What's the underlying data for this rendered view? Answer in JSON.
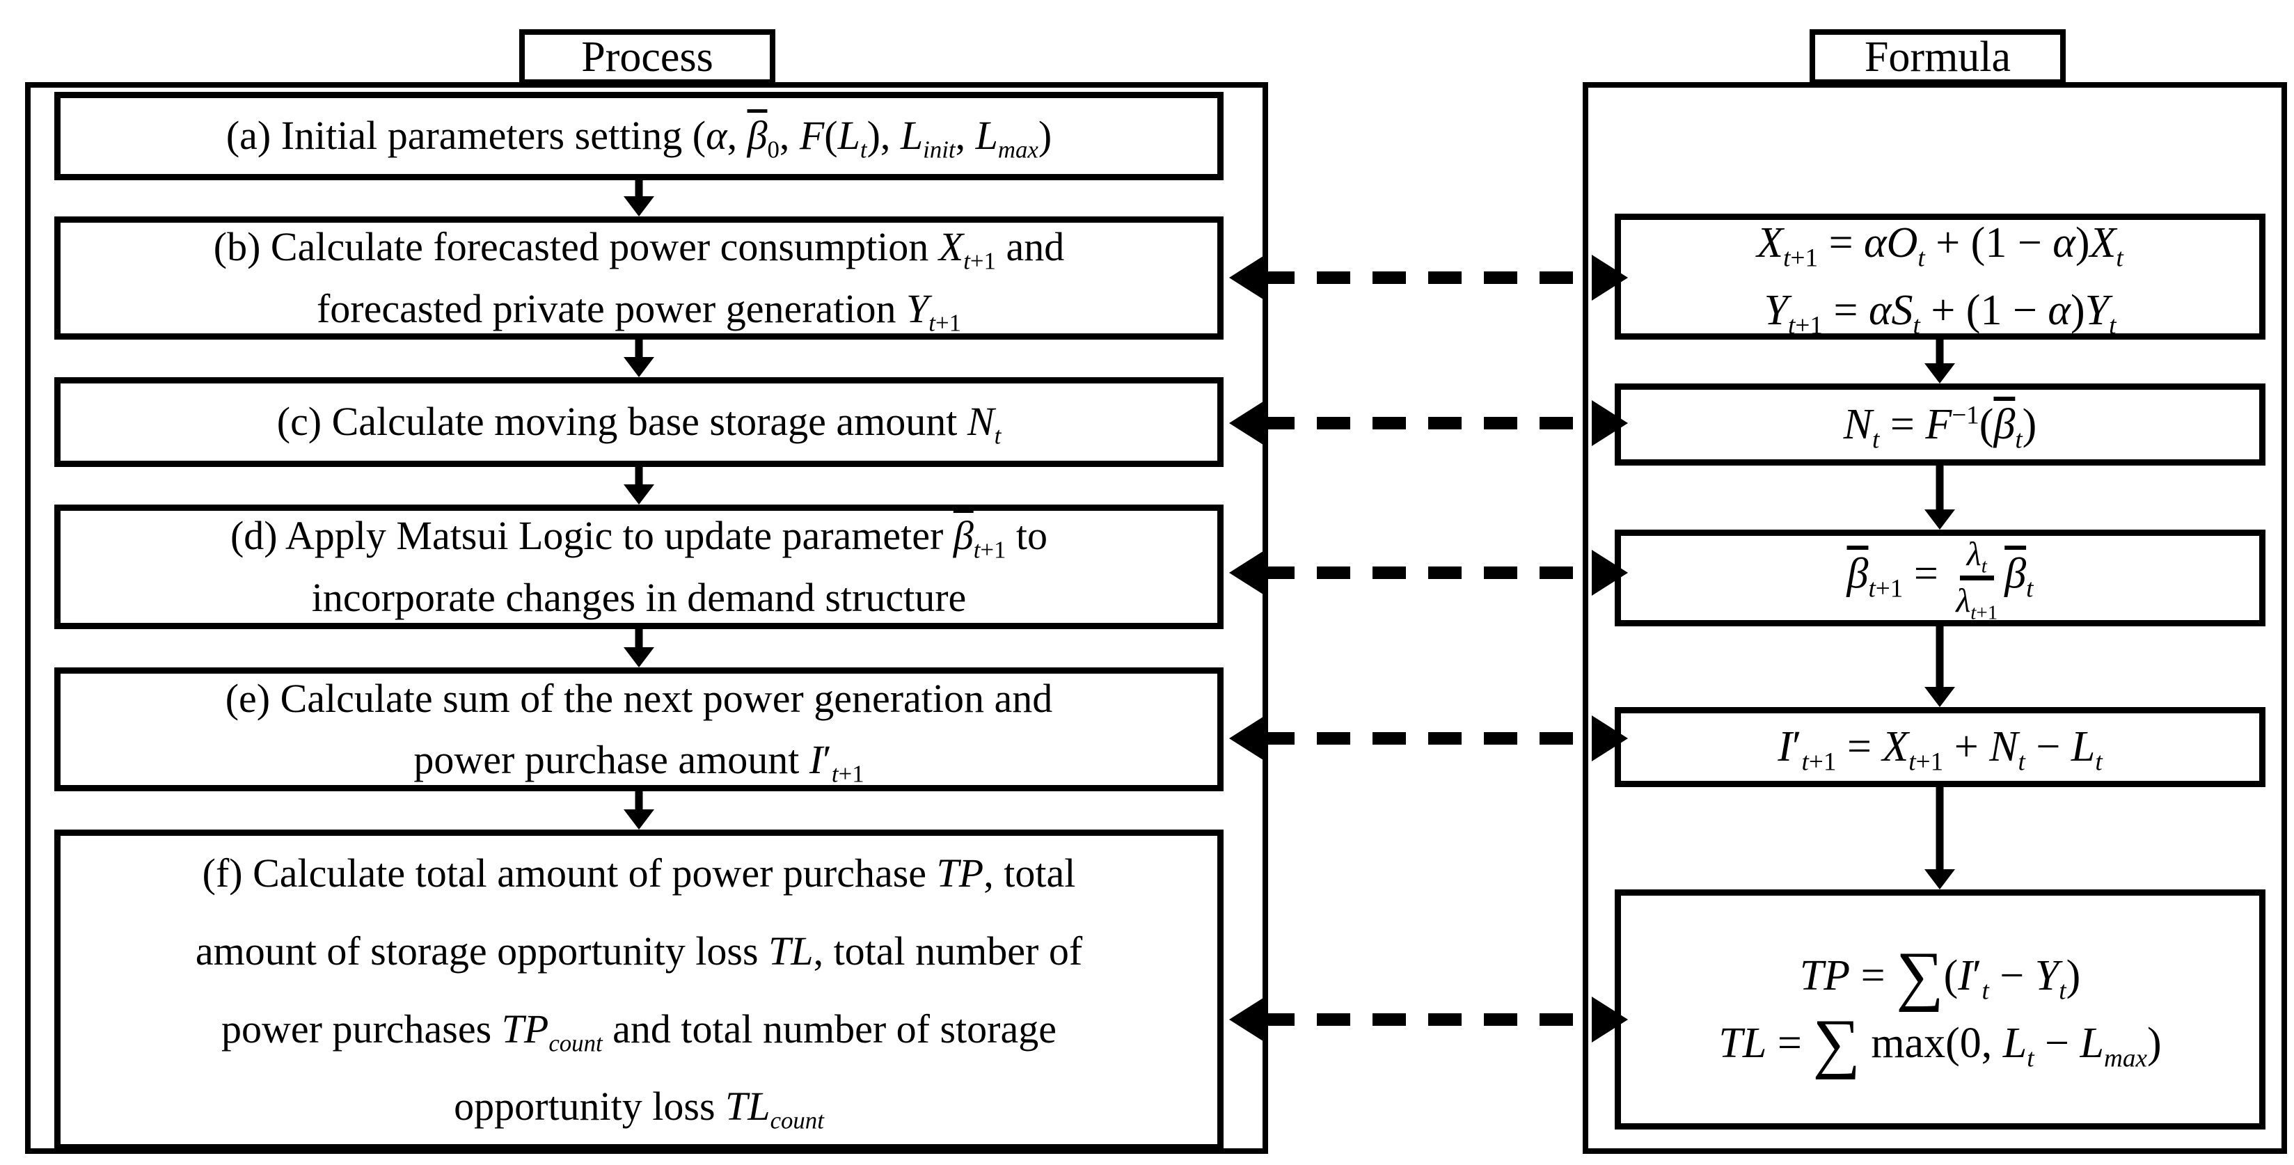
{
  "headers": {
    "process_label": "Process",
    "formula_label": "Formula"
  },
  "process_steps": [
    {
      "id": "a",
      "text_html": "(a) Initial parameters setting (<i>α</i>, <span class=\"ol\"><i>β</i></span><sub>0</sub>, <i>F</i>(<i>L</i><sub><i>t</i></sub>), <i>L</i><sub><i>init</i></sub>, <i>L</i><sub><i>max</i></sub>)"
    },
    {
      "id": "b",
      "text_html": "(b) Calculate forecasted power consumption <i>X</i><sub><i>t</i>+1</sub> and<br>forecasted private power generation <i>Y</i><sub><i>t</i>+1</sub>"
    },
    {
      "id": "c",
      "text_html": "(c) Calculate moving base storage amount <i>N</i><sub><i>t</i></sub>"
    },
    {
      "id": "d",
      "text_html": "(d) Apply Matsui Logic to update parameter <span class=\"ol\"><i>β</i></span><sub><i>t</i>+1</sub> to<br>incorporate changes in demand structure"
    },
    {
      "id": "e",
      "text_html": "(e) Calculate sum of the next power generation and<br>power purchase amount <i>I</i>′<sub><i>t</i>+1</sub>"
    },
    {
      "id": "f",
      "text_html": "(f) Calculate total amount of power purchase <i>TP</i>, total<br>amount of storage opportunity loss <i>TL</i>, total number of<br>power purchases <i>TP</i><sub><i>count</i></sub> and total number of storage<br>opportunity loss <i>TL</i><sub><i>count</i></sub>"
    }
  ],
  "formulas": [
    {
      "for_step": "b",
      "lines_html": [
        "<i>X</i><sub><i>t</i>+1</sub> = <i>αO</i><sub><i>t</i></sub> + (1 − <i>α</i>)<i>X</i><sub><i>t</i></sub>",
        "<i>Y</i><sub><i>t</i>+1</sub> = <i>αS</i><sub><i>t</i></sub> + (1 − <i>α</i>)<i>Y</i><sub><i>t</i></sub>"
      ]
    },
    {
      "for_step": "c",
      "lines_html": [
        "<i>N</i><sub><i>t</i></sub> = <i>F</i><sup>−1</sup>(<span class=\"ol\"><i>β</i></span><sub><i>t</i></sub>)"
      ]
    },
    {
      "for_step": "d",
      "lines_html": [
        "<span class=\"ol\"><i>β</i></span><sub><i>t</i>+1</sub> = <span class=\"frac\"><span class=\"fn\"><i>λ</i><sub><i>t</i></sub></span><span class=\"fd\"><i>λ</i><sub><i>t</i>+1</sub></span></span><span class=\"ol\"><i>β</i></span><sub><i>t</i></sub>"
      ]
    },
    {
      "for_step": "e",
      "lines_html": [
        "<i>I</i>′<sub><i>t</i>+1</sub> = <i>X</i><sub><i>t</i>+1</sub> + <i>N</i><sub><i>t</i></sub> − <i>L</i><sub><i>t</i></sub>"
      ]
    },
    {
      "for_step": "f",
      "lines_html": [
        "<i>TP</i> = <span class=\"sum\">∑</span>(<i>I</i>′<sub><i>t</i></sub> − <i>Y</i><sub><i>t</i></sub>)",
        "<i>TL</i> = <span class=\"sum\">∑</span> max(0, <i>L</i><sub><i>t</i></sub> − <i>L</i><sub><i>max</i></sub>)"
      ]
    }
  ],
  "colors": {
    "line": "#000000",
    "background": "#ffffff"
  }
}
